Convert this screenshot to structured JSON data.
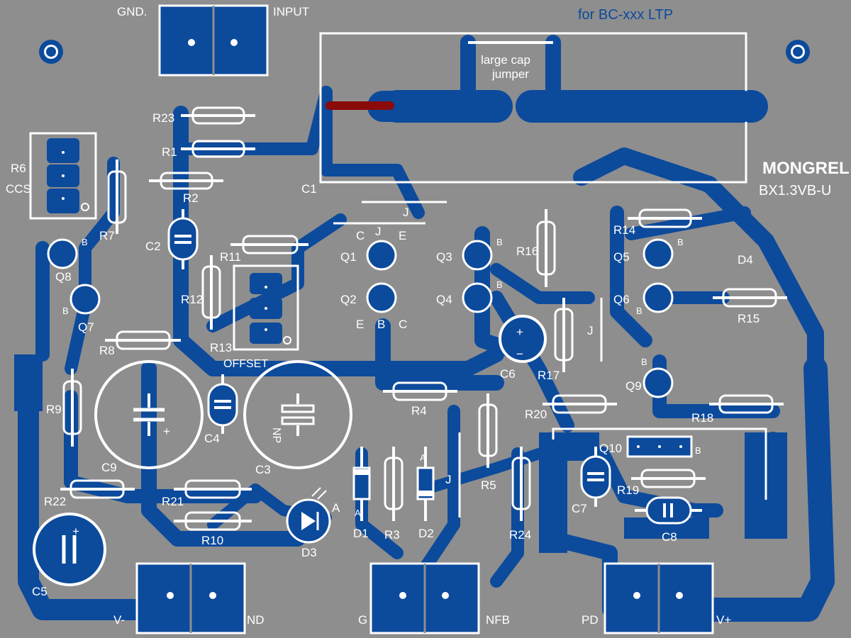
{
  "board": {
    "title": "MONGREL",
    "subtitle": "BX1.3VB-U",
    "variant_note": "for BC-xxx LTP",
    "jumper_note_line1": "large cap",
    "jumper_note_line2": "jumper"
  },
  "terminals": {
    "gnd_top": "GND.",
    "input": "INPUT",
    "v_minus": "V-",
    "gnd_bottom": "ND",
    "g": "G",
    "nfb": "NFB",
    "pd": "PD",
    "v_plus": "V+"
  },
  "resistors": {
    "r1": "R1",
    "r2": "R2",
    "r3": "R3",
    "r4": "R4",
    "r5": "R5",
    "r6": "R6",
    "r6_note": "CCS",
    "r7": "R7",
    "r8": "R8",
    "r9": "R9",
    "r10": "R10",
    "r11": "R11",
    "r12": "R12",
    "r13": "R13",
    "r13_note": "OFFSET",
    "r14": "R14",
    "r15": "R15",
    "r16": "R16",
    "r17": "R17",
    "r18": "R18",
    "r19": "R19",
    "r20": "R20",
    "r21": "R21",
    "r22": "R22",
    "r23": "R23",
    "r24": "R24"
  },
  "capacitors": {
    "c1": "C1",
    "c2": "C2",
    "c3": "C3",
    "c3_note": "NP",
    "c4": "C4",
    "c5": "C5",
    "c6": "C6",
    "c7": "C7",
    "c8": "C8",
    "c9": "C9"
  },
  "semis": {
    "q1": "Q1",
    "q2": "Q2",
    "q3": "Q3",
    "q4": "Q4",
    "q5": "Q5",
    "q6": "Q6",
    "q7": "Q7",
    "q8": "Q8",
    "q9": "Q9",
    "q10": "Q10",
    "d1": "D1",
    "d2": "D2",
    "d3": "D3",
    "d4": "D4"
  },
  "pin_marks": {
    "b": "B",
    "c": "C",
    "e": "E",
    "j": "J",
    "a": "A",
    "plus": "+",
    "minus": "−"
  },
  "colors": {
    "board": "#8e8e8e",
    "copper": "#0c4a9c",
    "silkscreen": "#ffffff",
    "jumper_wire": "#8b0a0a"
  }
}
